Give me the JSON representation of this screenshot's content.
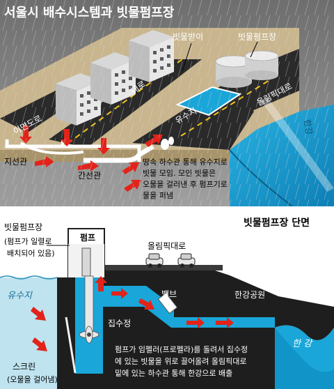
{
  "top": {
    "title": "서울시 배수시스템과 빗물펌프장",
    "labels": {
      "rain_inlet": "빗물받이",
      "pump_station": "빗물펌프장",
      "road1": "이면도로",
      "road2": "대로",
      "reservoir": "유수지",
      "road3": "올림픽대로",
      "river": "한강",
      "branch_pipe": "지선관",
      "trunk_pipe": "간선관"
    },
    "note": [
      "땅속 하수관 통해 유수지로",
      "빗물 모임. 모인 빗물은",
      "오물을 걸러낸 후 펌프기로",
      "물을 퍼냄"
    ]
  },
  "bottom": {
    "title": "빗물펌프장 단면",
    "labels": {
      "pump_station": "빗물펌프장",
      "pump_station_note1": "(펌프가 일렬로",
      "pump_station_note2": "배치되어 있음)",
      "pump": "펌프",
      "road": "올림픽대로",
      "reservoir": "유수지",
      "valve": "밸브",
      "park": "한강공원",
      "sump": "집수정",
      "river": "한 강",
      "screen": "스크린",
      "screen_note": "(오물을 걸어냄)"
    },
    "note": [
      "펌프가 임펠러(프로펠라)를 돌려서 집수정",
      "에 있는 빗물을 위로 끌어올려 올림픽대로",
      "밑에 있는 하수관 통해 한강으로 배출"
    ]
  },
  "colors": {
    "top_bg": "#8a8a8a",
    "ground": "#c9b68f",
    "road": "#2a2a2a",
    "water": "#1aa6d8",
    "arrow": "#e2231a",
    "bottom_sky": "#ffffff",
    "earth": "#1e1e1e"
  }
}
